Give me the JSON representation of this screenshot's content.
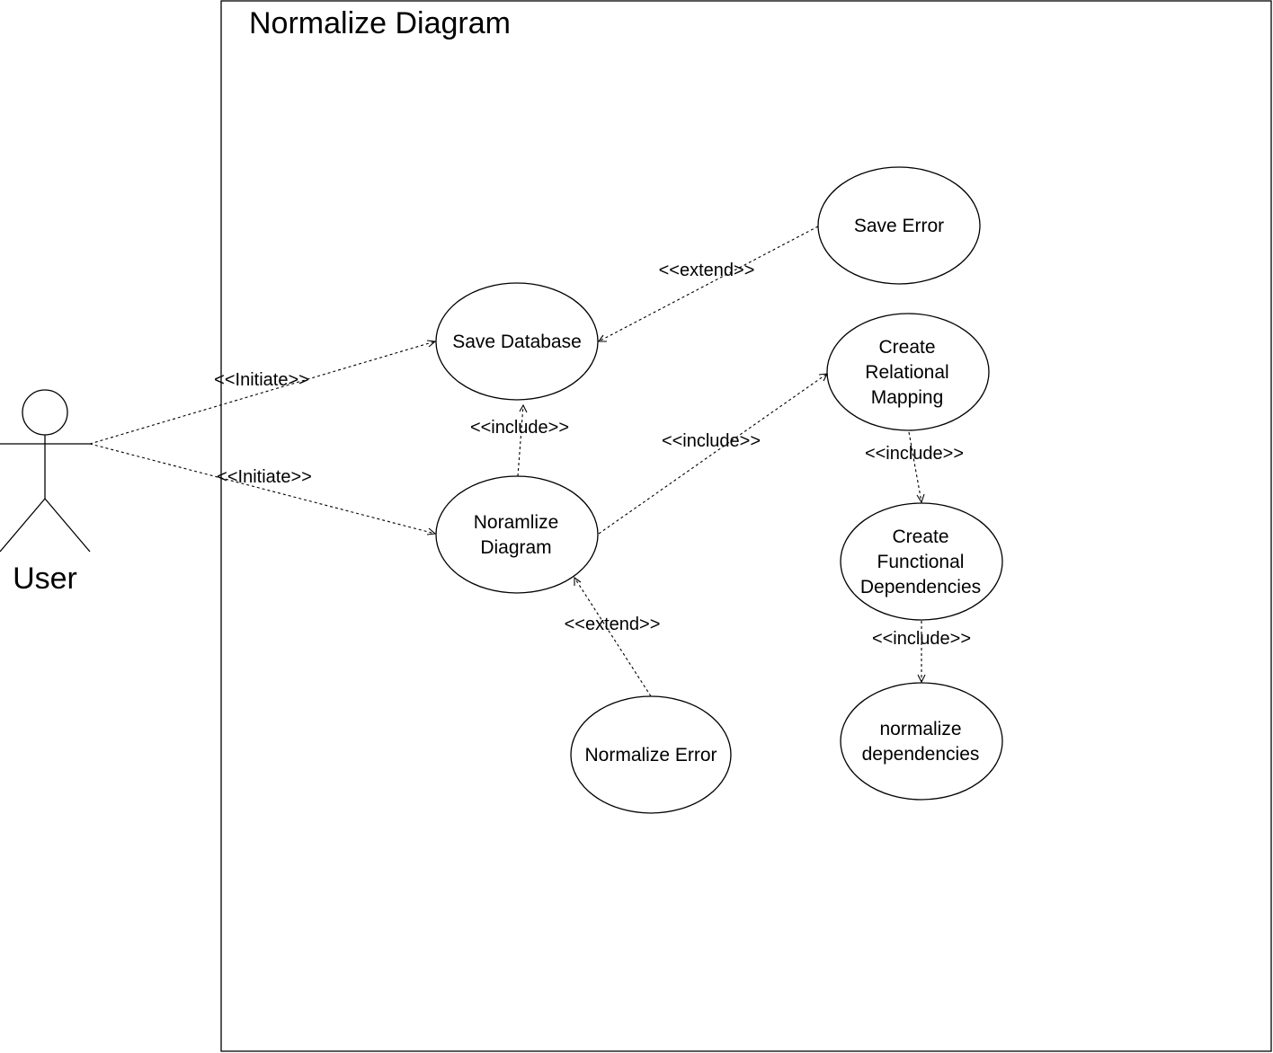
{
  "diagram": {
    "system_title": "Normalize Diagram",
    "actor": {
      "label": "User"
    },
    "use_cases": {
      "save_database": [
        "Save Database"
      ],
      "save_error": [
        "Save Error"
      ],
      "normalize_diagram": [
        "Noramlize",
        "Diagram"
      ],
      "create_relational_mapping": [
        "Create",
        "Relational",
        "Mapping"
      ],
      "create_functional_dependencies": [
        "Create",
        "Functional",
        "Dependencies"
      ],
      "normalize_error": [
        "Normalize Error"
      ],
      "normalize_dependencies": [
        "normalize",
        "dependencies"
      ]
    },
    "relations": {
      "initiate_save": "<<Initiate>>",
      "initiate_normalize": "<<Initiate>>",
      "include_save": "<<include>>",
      "extend_save_error": "<<extend>>",
      "include_relational": "<<include>>",
      "include_functional": "<<include>>",
      "include_normalize_deps": "<<include>>",
      "extend_normalize_error": "<<extend>>"
    }
  }
}
